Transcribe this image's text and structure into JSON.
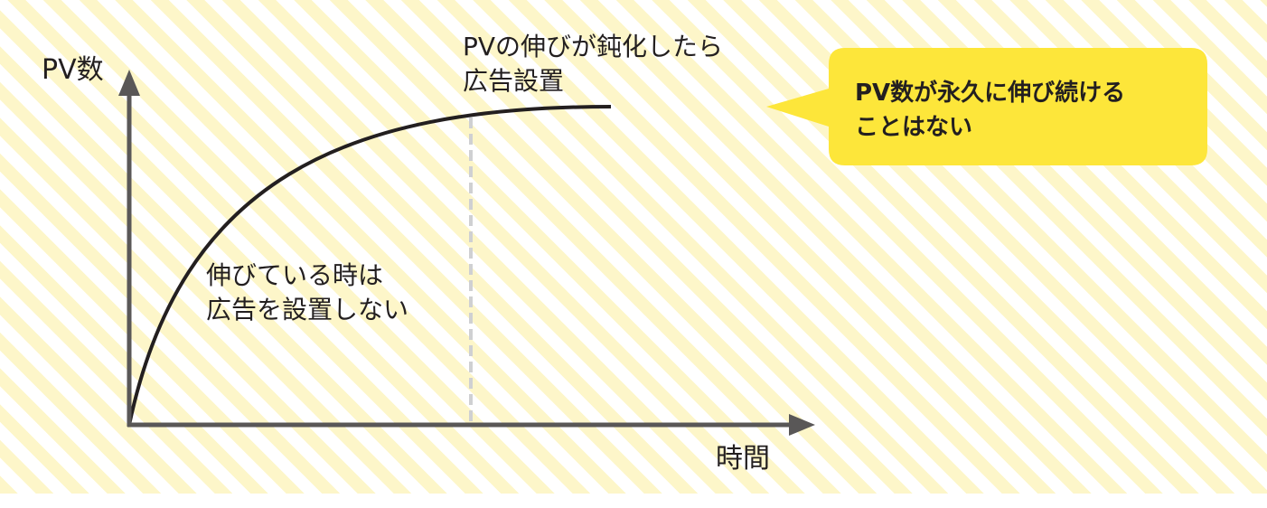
{
  "axes": {
    "y_label": "PV数",
    "x_label": "時間"
  },
  "annotations": {
    "plateau_line1": "PVの伸びが鈍化したら",
    "plateau_line2": "広告設置",
    "growth_line1": "伸びている時は",
    "growth_line2": "広告を設置しない"
  },
  "callout": {
    "line1": "PV数が永久に伸び続ける",
    "line2": "ことはない"
  },
  "colors": {
    "axis": "#595757",
    "curve": "#231f20",
    "dashed_marker": "#cfd0d2",
    "callout_fill": "#fde63a",
    "stripe": "#fdf6c9"
  }
}
